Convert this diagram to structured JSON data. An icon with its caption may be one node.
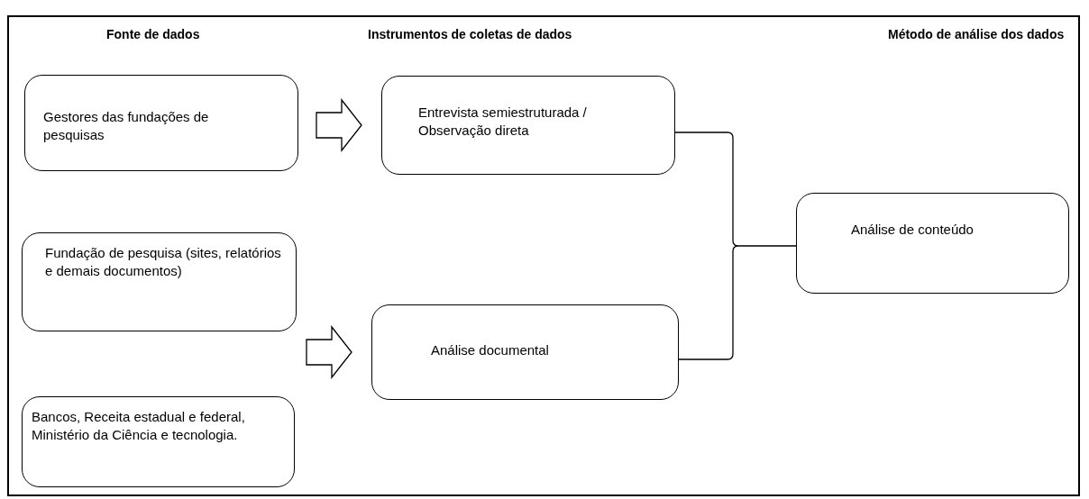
{
  "diagram": {
    "nodes": [
      {
        "text": [
          "Gestores das fundações de pesquisas"
        ]
      },
      {
        "text": [
          "Entrevista semiestruturada / Observação direta"
        ]
      },
      {
        "text": [
          "Fundação de pesquisa (sites, relatórios e demais documentos)"
        ]
      },
      {
        "text": [
          "Análise documental"
        ]
      },
      {
        "text": [
          "Bancos, Receita estadual e federal, Ministério da Ciência e tecnologia."
        ]
      },
      {
        "text": [
          "Análise de conteúdo"
        ]
      }
    ],
    "edges": [
      {
        "from": 0,
        "to": 1,
        "arrow": "to"
      },
      {
        "from": 2,
        "to": 3,
        "arrow": "to"
      },
      {
        "from": 4,
        "to": 3,
        "arrow": "to"
      },
      {
        "from": 1,
        "to": 5,
        "arrow": "none"
      },
      {
        "from": 3,
        "to": 5,
        "arrow": "none"
      }
    ],
    "labels": [
      "Fonte de dados",
      "Instrumentos de coletas de dados",
      "Método de análise dos dados"
    ]
  }
}
